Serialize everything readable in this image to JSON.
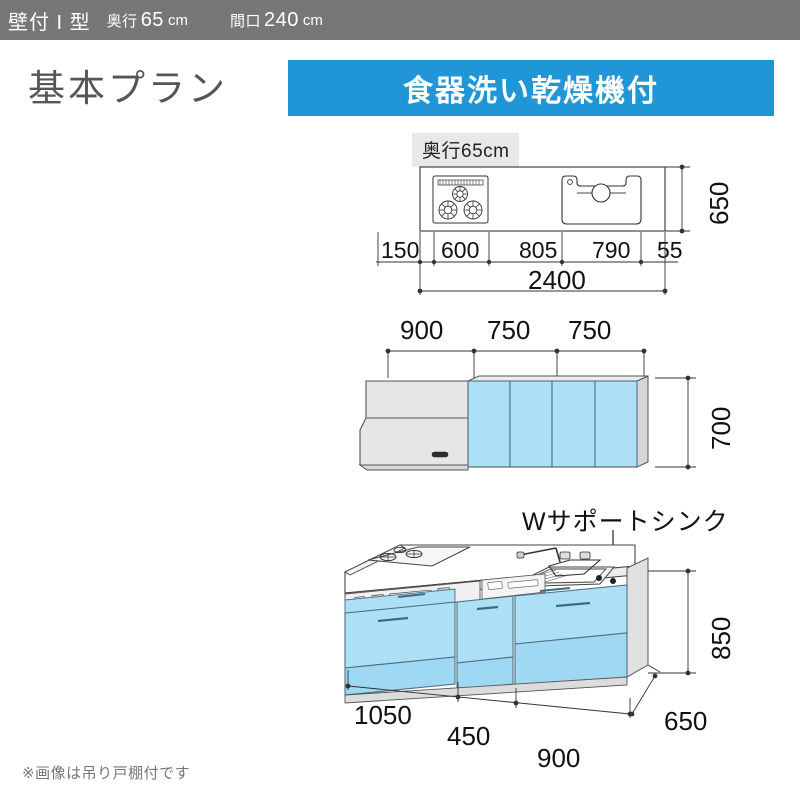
{
  "header": {
    "type_label": "壁付 I 型",
    "depth_label": "奥行",
    "depth_value": "65",
    "depth_unit": "cm",
    "width_label": "間口",
    "width_value": "240",
    "width_unit": "cm",
    "background_color": "#777777"
  },
  "plan_title": "基本プラン",
  "banner": {
    "text": "食器洗い乾燥機付",
    "color": "#2196d6"
  },
  "plan_view": {
    "depth_chip": "奥行65cm",
    "dimensions": {
      "seg1": "150",
      "seg2": "600",
      "seg3": "805",
      "seg4": "790",
      "seg5": "55",
      "total": "2400",
      "depth": "650"
    }
  },
  "upper_view": {
    "dimensions": {
      "seg1": "900",
      "seg2": "750",
      "seg3": "750",
      "height": "700"
    }
  },
  "base_view": {
    "callout": "Wサポートシンク",
    "dimensions": {
      "seg1": "1050",
      "seg2": "450",
      "seg3": "900",
      "height": "850",
      "depth": "650"
    }
  },
  "footnote": "※画像は吊り戸棚付です",
  "colors": {
    "cabinet_blue": "#ace0f7",
    "cabinet_blue_dark": "#8fcfee",
    "counter_gray": "#f2f2f2",
    "hood_gray": "#e2e2e2",
    "line": "#333333"
  }
}
